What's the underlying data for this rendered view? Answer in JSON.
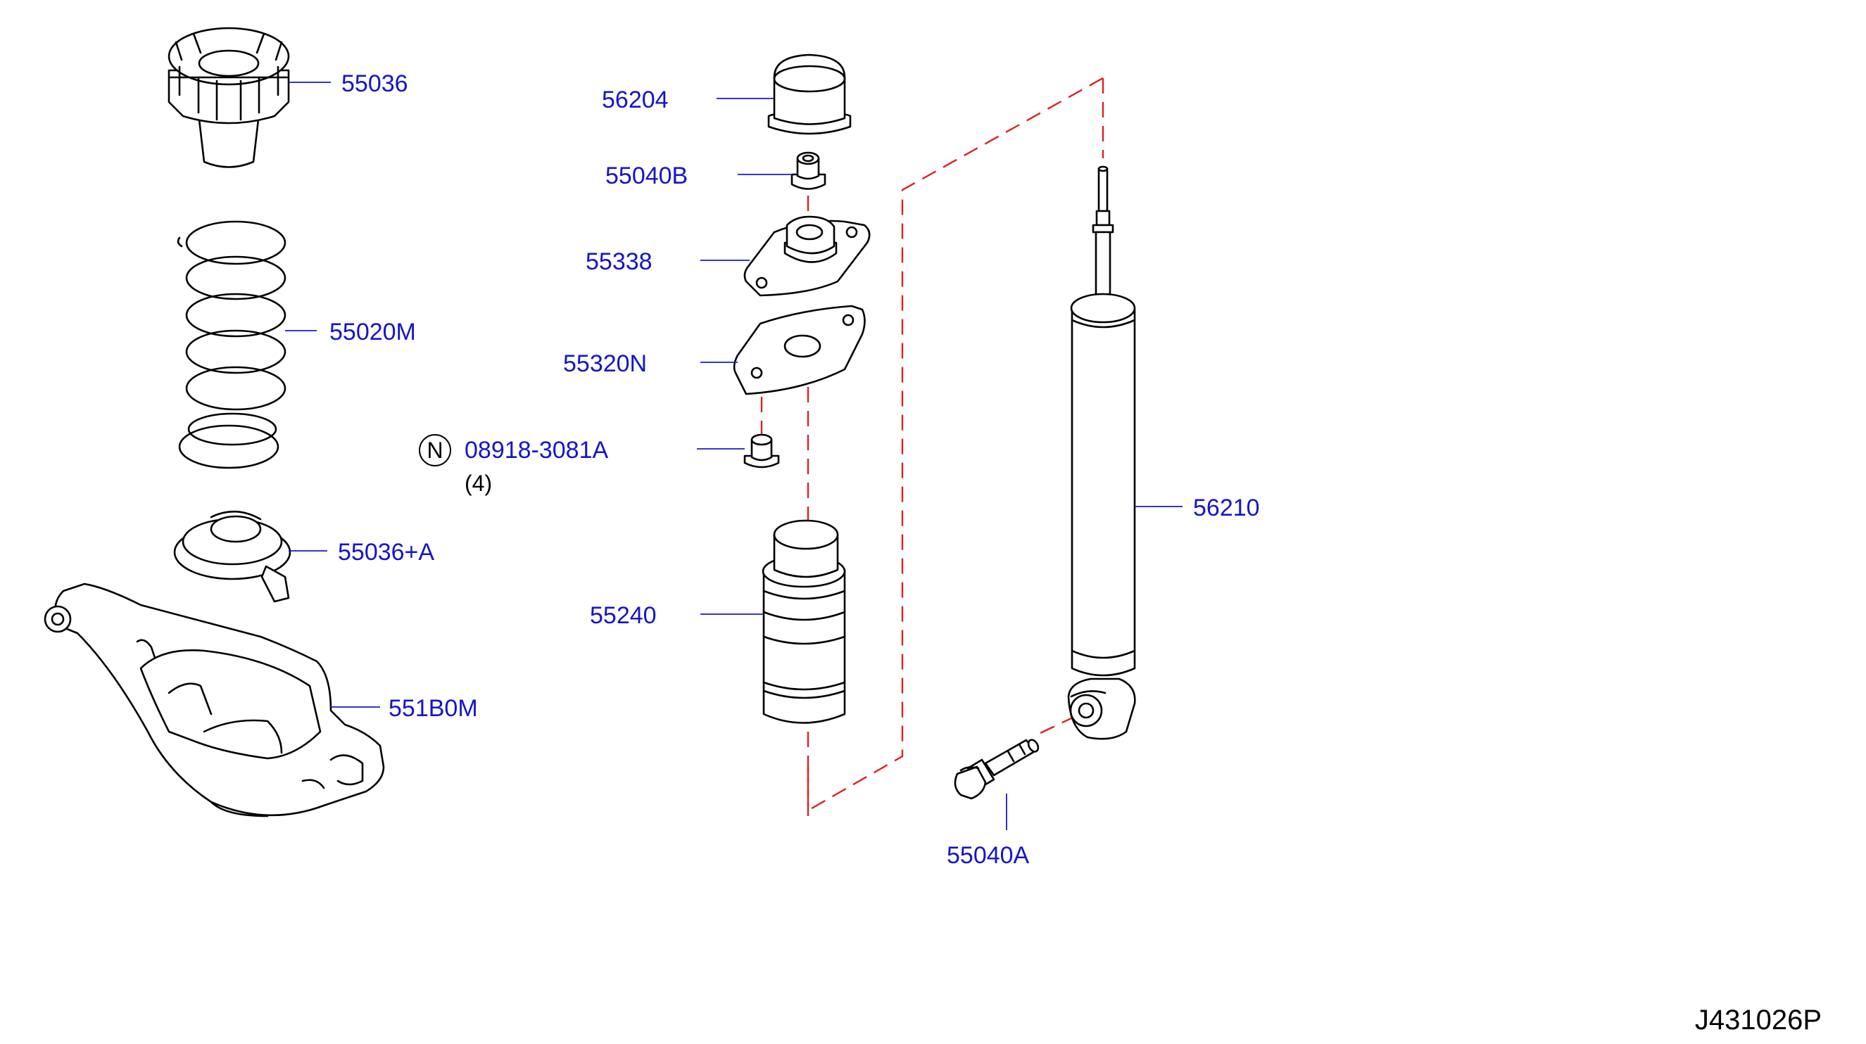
{
  "callouts": {
    "p55036": "55036",
    "p55020M": "55020M",
    "p55036A": "55036+A",
    "p551B0M": "551B0M",
    "p56204": "56204",
    "p55040B": "55040B",
    "p55338": "55338",
    "p55320N": "55320N",
    "p08918": "08918-3081A",
    "p08918_qty": "(4)",
    "p08918_symbol": "N",
    "p55240": "55240",
    "p56210": "56210",
    "p55040A": "55040A"
  },
  "diagram_code": "J431026P",
  "colors": {
    "callout_text": "#1515c8",
    "leader_line": "#1a1acc",
    "guide_dash": "#e02020",
    "part_outline": "#000000"
  }
}
